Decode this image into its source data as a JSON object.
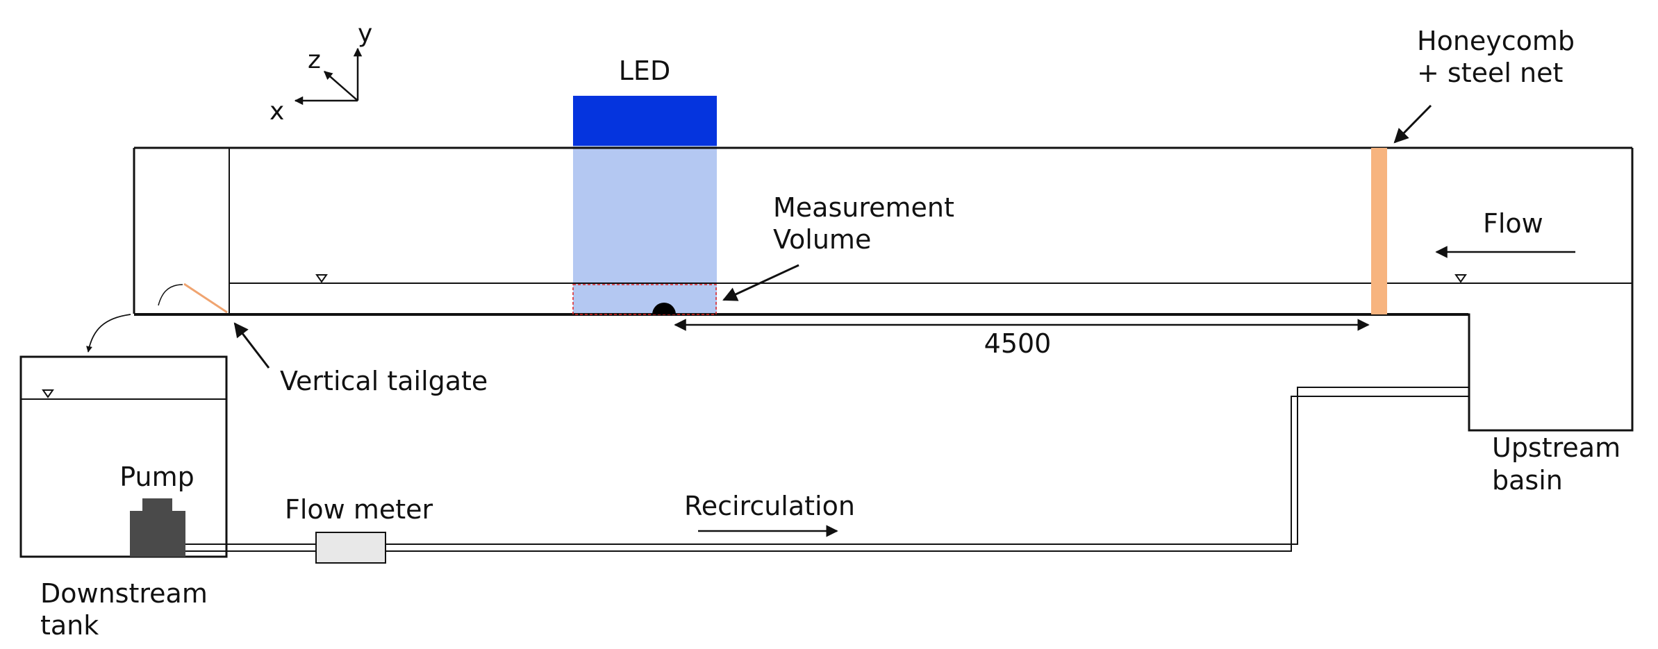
{
  "labels": {
    "led": "LED",
    "honeycomb_line1": "Honeycomb",
    "honeycomb_line2": "+ steel net",
    "measurement_line1": "Measurement",
    "measurement_line2": "Volume",
    "flow": "Flow",
    "dimension": "4500",
    "vertical_tailgate": "Vertical tailgate",
    "upstream_basin_line1": "Upstream",
    "upstream_basin_line2": "basin",
    "pump": "Pump",
    "flow_meter": "Flow meter",
    "recirculation": "Recirculation",
    "downstream_tank_line1": "Downstream",
    "downstream_tank_line2": "tank"
  },
  "axes": {
    "x": "x",
    "y": "y",
    "z": "z"
  },
  "colors": {
    "led": "#0534de",
    "light_beam": "#b4c8f2",
    "honeycomb": "#f7b47f",
    "tailgate": "#f0a470",
    "measurement_box": "#e02020",
    "pump": "#4a4a4a",
    "flow_meter_fill": "#e8e8e8",
    "line": "#111111"
  }
}
